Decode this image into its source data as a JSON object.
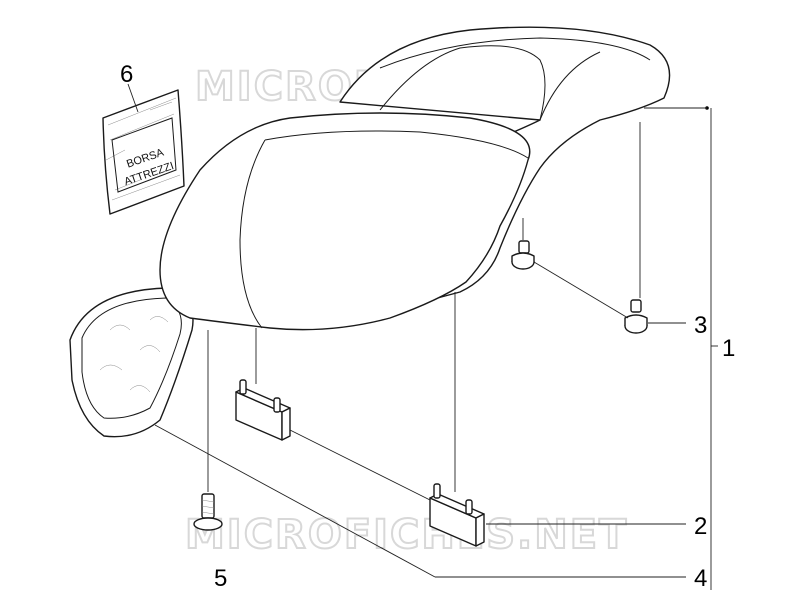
{
  "watermark": {
    "top": "MICROFICHES.NET",
    "bottom": "MICROFICHES.NET"
  },
  "tool_bag": {
    "line1": "BORSA",
    "line2": "ATTREZZI"
  },
  "callouts": [
    {
      "id": "1",
      "label": "1"
    },
    {
      "id": "2",
      "label": "2"
    },
    {
      "id": "3",
      "label": "3"
    },
    {
      "id": "4",
      "label": "4"
    },
    {
      "id": "5",
      "label": "5"
    },
    {
      "id": "6",
      "label": "6"
    }
  ],
  "colors": {
    "line": "#1a1a1a",
    "watermark": "#d8d8d8",
    "background": "#ffffff"
  }
}
